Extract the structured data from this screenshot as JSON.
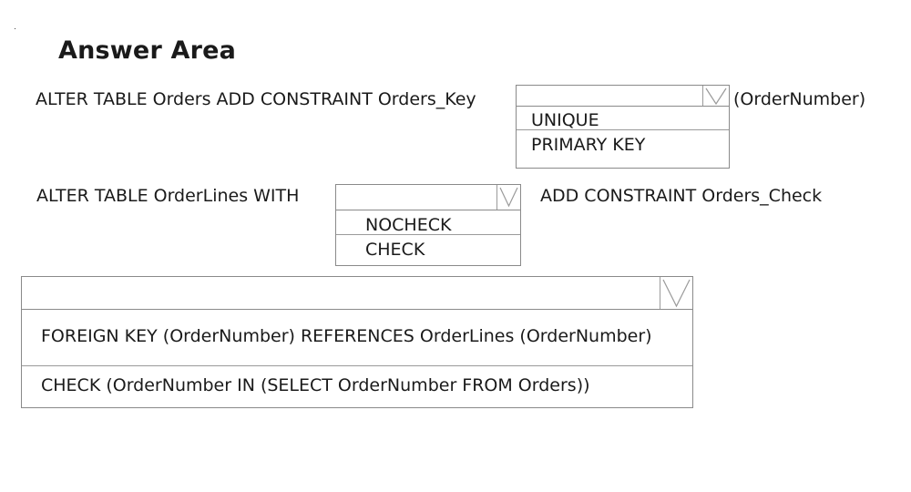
{
  "title": "Answer Area",
  "statement1": {
    "prefix": "ALTER TABLE Orders ADD CONSTRAINT Orders_Key",
    "suffix": "(OrderNumber)",
    "options": [
      "UNIQUE",
      "PRIMARY KEY"
    ]
  },
  "statement2": {
    "prefix": "ALTER TABLE OrderLines WITH",
    "suffix": "ADD CONSTRAINT Orders_Check",
    "options": [
      "NOCHECK",
      "CHECK"
    ]
  },
  "dropdown3": {
    "options": [
      "FOREIGN KEY (OrderNumber) REFERENCES OrderLines (OrderNumber)",
      "CHECK (OrderNumber IN (SELECT OrderNumber FROM Orders))"
    ]
  },
  "icons": {
    "dropdown_arrow": "chevron-down-icon"
  }
}
